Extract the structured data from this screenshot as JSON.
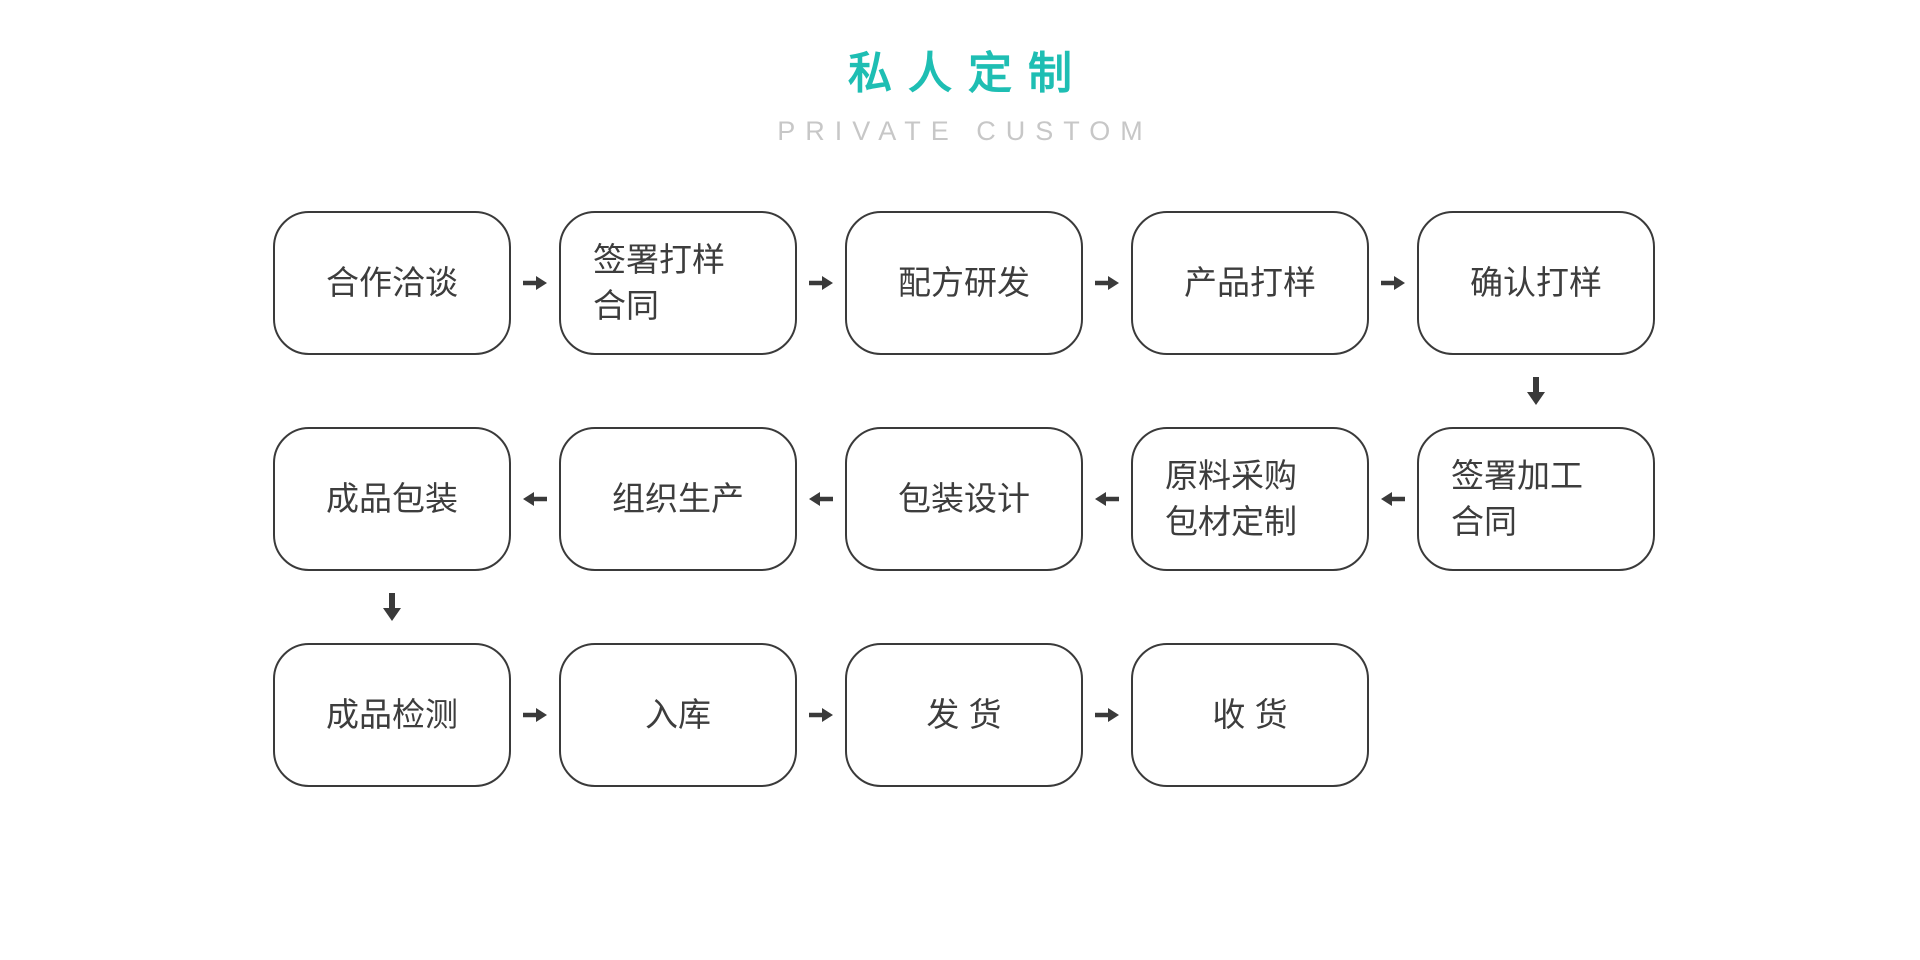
{
  "header": {
    "title": "私人定制",
    "subtitle": "PRIVATE CUSTOM"
  },
  "colors": {
    "accent": "#1ebeb3",
    "subtitle_gray": "#c7c7c7",
    "box_border": "#3a3a3a",
    "box_text": "#3d3d3d",
    "arrow": "#3a3a3a"
  },
  "flow": {
    "rows": [
      {
        "direction": "right",
        "boxes": [
          {
            "name": "step-cooperation-negotiation",
            "label": "合作洽谈"
          },
          {
            "name": "step-sign-sampling-contract",
            "label": "签署打样\n合同"
          },
          {
            "name": "step-formula-development",
            "label": "配方研发"
          },
          {
            "name": "step-product-sampling",
            "label": "产品打样"
          },
          {
            "name": "step-confirm-sample",
            "label": "确认打样"
          }
        ]
      },
      {
        "direction": "left",
        "boxes": [
          {
            "name": "step-finished-product-packing",
            "label": "成品包装"
          },
          {
            "name": "step-organize-production",
            "label": "组织生产"
          },
          {
            "name": "step-packaging-design",
            "label": "包装设计"
          },
          {
            "name": "step-material-purchase-packaging-custom",
            "label": "原料采购\n包材定制"
          },
          {
            "name": "step-sign-processing-contract",
            "label": "签署加工\n合同"
          }
        ]
      },
      {
        "direction": "right",
        "boxes": [
          {
            "name": "step-finished-product-inspection",
            "label": "成品检测"
          },
          {
            "name": "step-warehousing",
            "label": "入库"
          },
          {
            "name": "step-shipping",
            "label": "发 货"
          },
          {
            "name": "step-receiving",
            "label": "收 货"
          }
        ]
      }
    ],
    "vertical_connectors": [
      {
        "after_row": 1,
        "column": 5
      },
      {
        "after_row": 2,
        "column": 1
      }
    ]
  }
}
